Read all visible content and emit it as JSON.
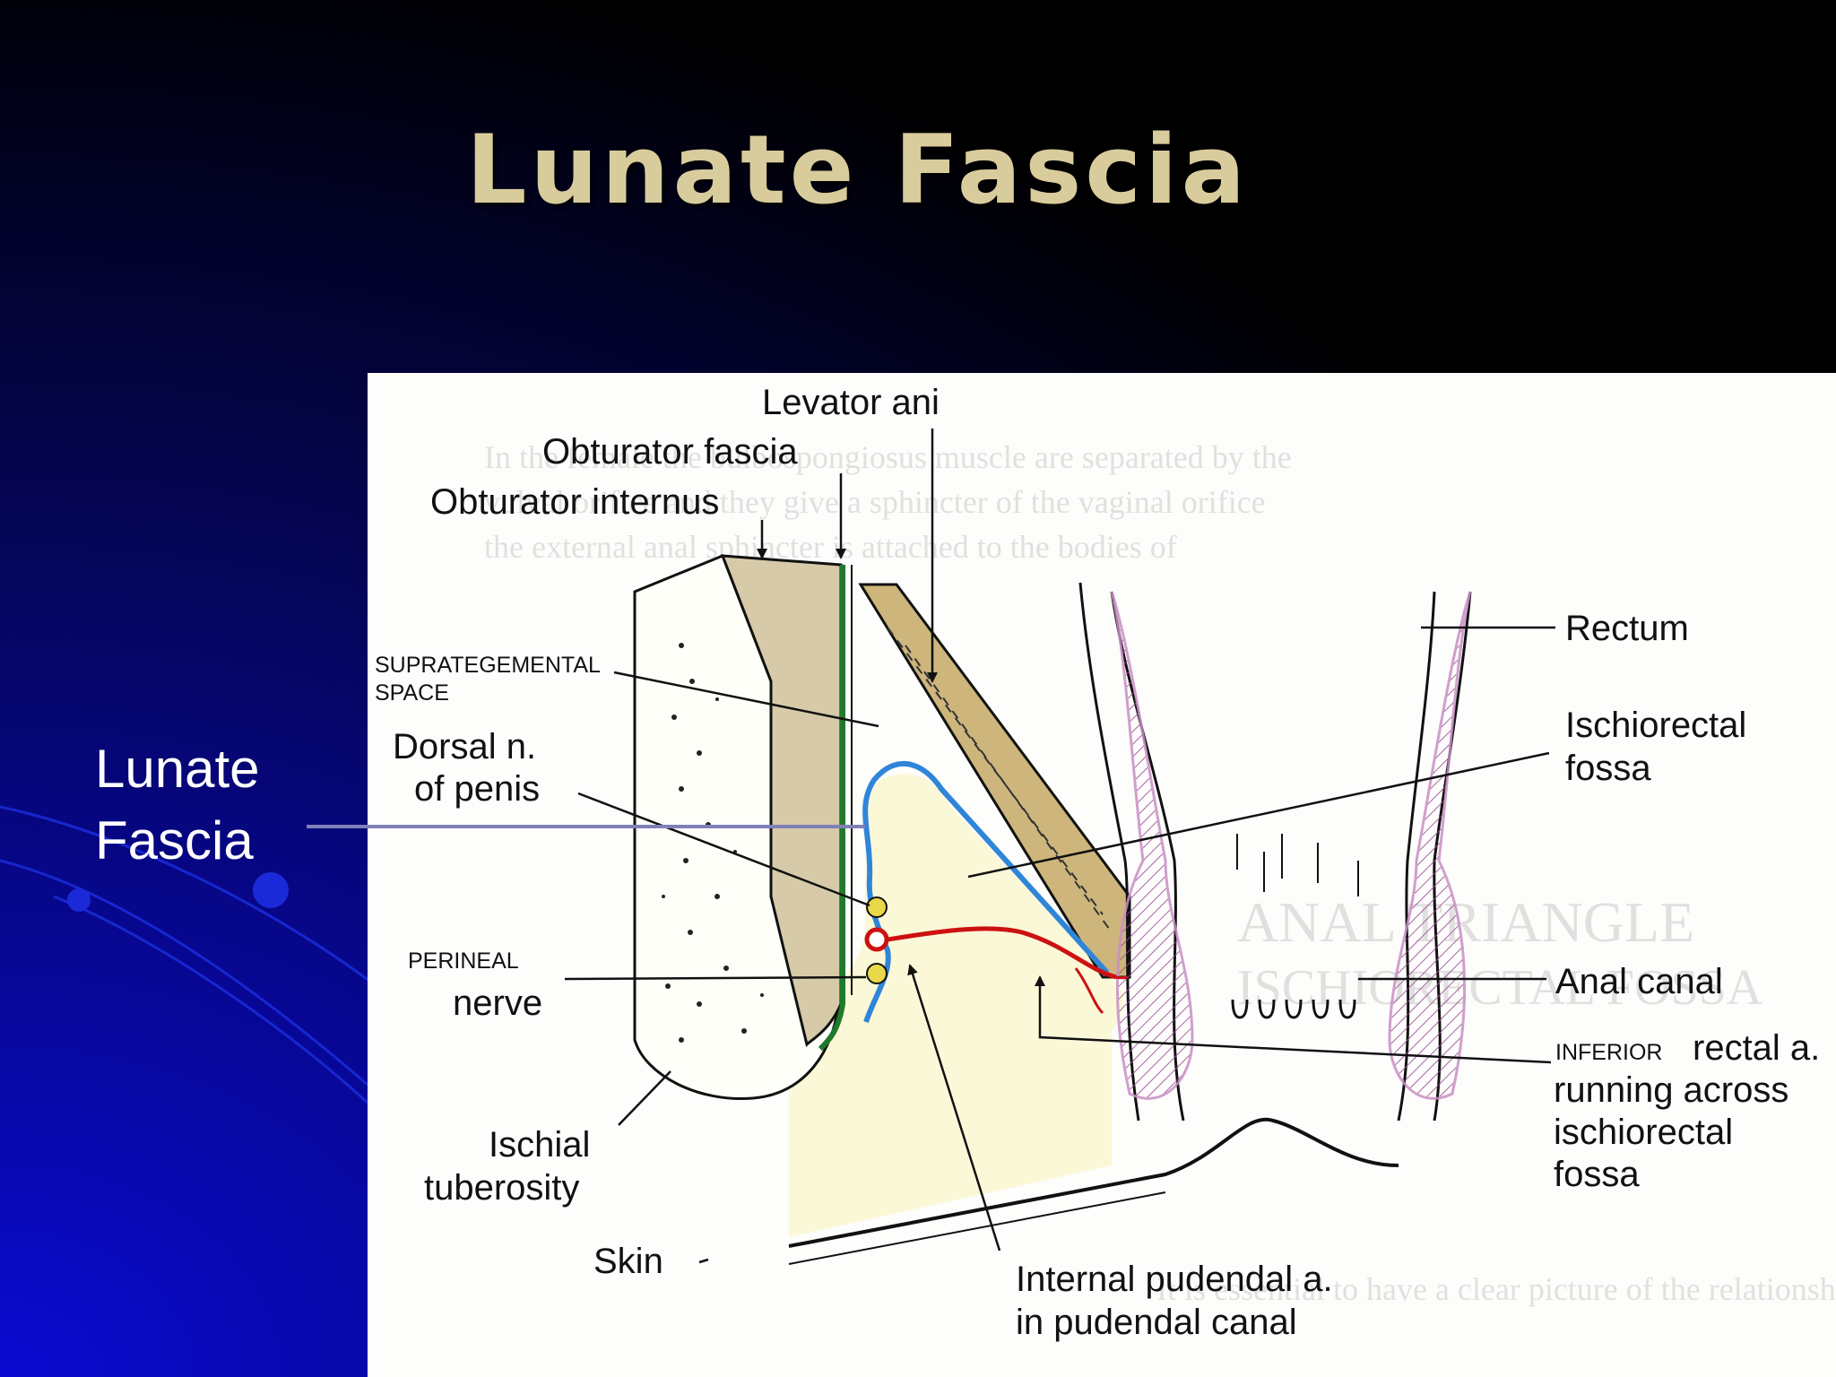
{
  "slide": {
    "title": "Lunate Fascia",
    "side_label_line1": "Lunate",
    "side_label_line2": "Fascia"
  },
  "diagram": {
    "labels": {
      "levator_ani": "Levator ani",
      "obturator_fascia": "Obturator fascia",
      "obturator_internus": "Obturator internus",
      "suprategemental_1": "SUPRATEGEMENTAL",
      "suprategemental_2": "SPACE",
      "dorsal_n_1": "Dorsal n.",
      "dorsal_n_2": "of penis",
      "perineal": "PERINEAL",
      "nerve": "nerve",
      "ischial_1": "Ischial",
      "ischial_2": "tuberosity",
      "skin": "Skin",
      "internal_pudendal_1": "Internal pudendal a.",
      "internal_pudendal_2": "in pudendal canal",
      "rectum": "Rectum",
      "ischiorectal_1": "Ischiorectal",
      "ischiorectal_2": "fossa",
      "anal_canal": "Anal canal",
      "inferior": "INFERIOR",
      "rectal_a": "rectal a.",
      "running_across": "running across",
      "ischiorectal_3": "ischiorectal",
      "fossa_2": "fossa"
    },
    "background_text": [
      "In the female the bulbospongiosus muscle are separated by the",
      "vulval orifice and they give a sphincter of the vaginal orifice",
      "the external anal sphincter is attached to the bodies of",
      "ANAL TRIANGLE",
      "ISCHIORECTAL FOSSA",
      "It is essential to have a clear picture of the relationship"
    ],
    "colors": {
      "fascia_blue": "#2f86d8",
      "artery_red": "#cc1111",
      "nerve_yellow": "#e8d84a",
      "muscle_tan": "#cdb57c",
      "obturator_green": "#1f7a2a",
      "rectum_pink": "#c98fc6",
      "pointer_line": "#8080b8"
    }
  }
}
